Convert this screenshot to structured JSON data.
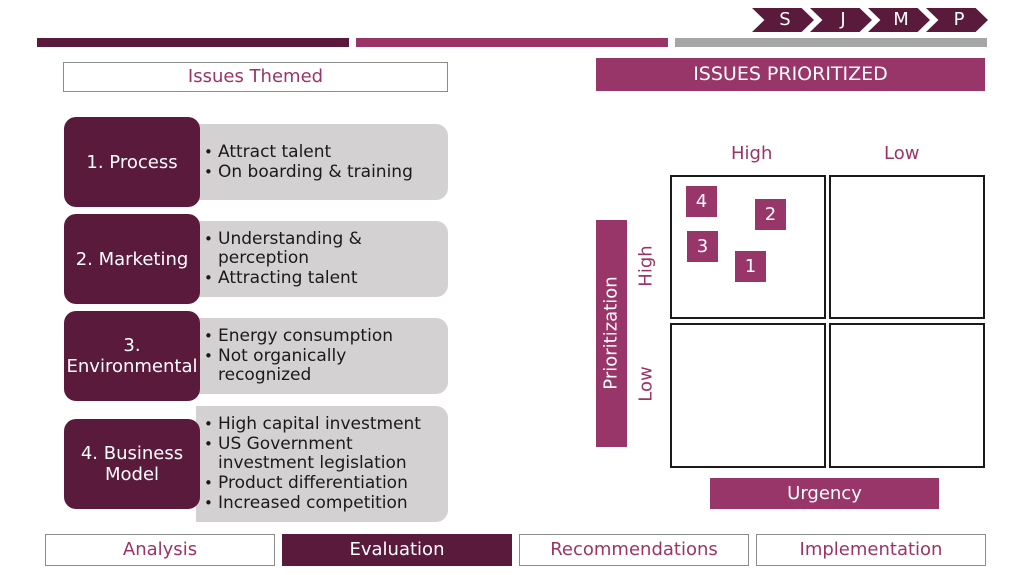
{
  "chevrons": [
    "S",
    "J",
    "M",
    "P"
  ],
  "headers": {
    "themed": "Issues Themed",
    "prioritized": "ISSUES PRIORITIZED"
  },
  "themes": [
    {
      "label": "1. Process",
      "bullets": [
        "Attract talent",
        "On boarding & training"
      ]
    },
    {
      "label": "2. Marketing",
      "bullets": [
        "Understanding & perception",
        "Attracting talent"
      ]
    },
    {
      "label": "3. Environmental",
      "bullets": [
        "Energy consumption",
        "Not organically recognized"
      ]
    },
    {
      "label": "4. Business Model",
      "bullets": [
        "High capital investment",
        "US Government investment legislation",
        "Product differentiation",
        "Increased competition"
      ]
    }
  ],
  "matrix": {
    "col_high": "High",
    "col_low": "Low",
    "axis_y": "Prioritization",
    "row_high": "High",
    "row_low": "Low",
    "axis_x": "Urgency",
    "issues": [
      "4",
      "2",
      "3",
      "1"
    ]
  },
  "tabs": [
    {
      "label": "Analysis",
      "active": false
    },
    {
      "label": "Evaluation",
      "active": true
    },
    {
      "label": "Recommendations",
      "active": false
    },
    {
      "label": "Implementation",
      "active": false
    }
  ],
  "colors": {
    "dark_plum": "#5a1a3c",
    "magenta": "#98366a",
    "grey_bar": "#a6a6a6",
    "theme_box": "#d4d1d3"
  }
}
